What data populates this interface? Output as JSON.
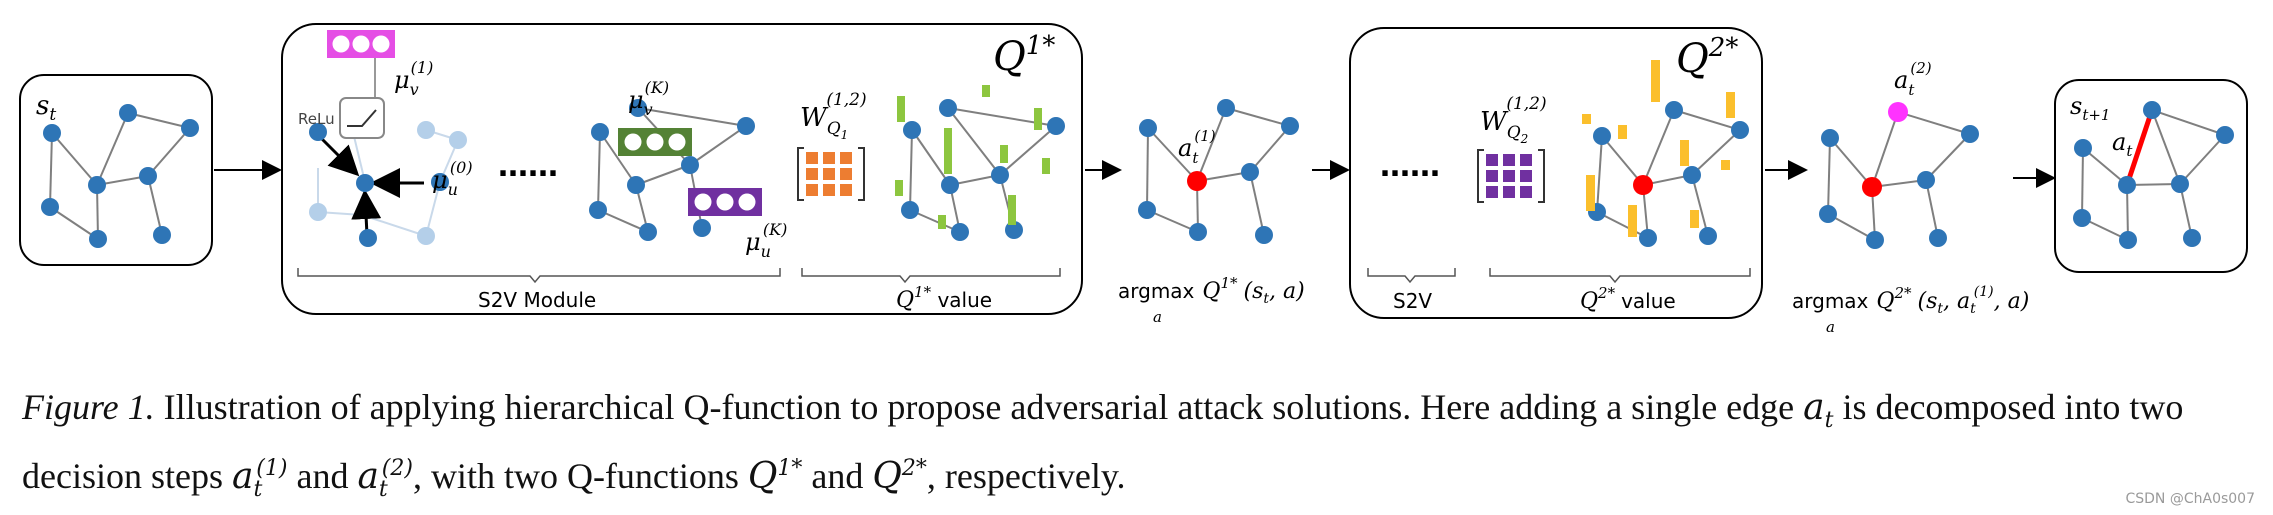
{
  "figure": {
    "state_in": "s",
    "state_in_sub": "t",
    "state_out": "s",
    "state_out_sub": "t+1",
    "relu": "ReLu",
    "mu_v1": "μ",
    "mu_v1_sub": "v",
    "mu_v1_sup": "(1)",
    "mu_u0": "μ",
    "mu_u0_sub": "u",
    "mu_u0_sup": "(0)",
    "mu_vK": "μ",
    "mu_vK_sub": "v",
    "mu_vK_sup": "(K)",
    "mu_uK": "μ",
    "mu_uK_sub": "u",
    "mu_uK_sup": "(K)",
    "ellipsis": "……",
    "q1_title": "Q",
    "q1_sup": "1*",
    "q2_title": "Q",
    "q2_sup": "2*",
    "w1": "W",
    "w1_sub": "Q",
    "w1_subsub": "1",
    "w1_sup": "(1,2)",
    "w2": "W",
    "w2_sub": "Q",
    "w2_subsub": "2",
    "w2_sup": "(1,2)",
    "s2v_module": "S2V Module",
    "q1_value": "Q",
    "q1_value_sup": "1*",
    "q1_value_word": " value",
    "s2v": "S2V",
    "q2_value": "Q",
    "q2_value_sup": "2*",
    "q2_value_word": "value",
    "a1_label": "a",
    "a1_sub": "t",
    "a1_sup": "(1)",
    "a2_label": "a",
    "a2_sub": "t",
    "a2_sup": "(2)",
    "at_label": "a",
    "at_sub": "t",
    "argmax1": "argmax",
    "argmax1_sub": "a",
    "argmax1_expr": "Q",
    "argmax1_expr_sup": "1*",
    "argmax1_args": "(s",
    "argmax1_args_sub": "t",
    "argmax1_args_end": ", a)",
    "argmax2": "argmax",
    "argmax2_sub": "a",
    "argmax2_expr": "Q",
    "argmax2_expr_sup": "2*",
    "argmax2_args": "(s",
    "argmax2_args_sub": "t",
    "argmax2_mid": ", a",
    "argmax2_mid_sub": "t",
    "argmax2_mid_sup": "(1)",
    "argmax2_end": ", a)"
  },
  "caption": {
    "figure_label": "Figure 1.",
    "part1": " Illustration of applying hierarchical Q-function to propose adversarial attack solutions. Here adding a single edge ",
    "at": "a",
    "at_sub": "t",
    "part2": " is decomposed into two decision steps ",
    "a1": "a",
    "a1_sub": "t",
    "a1_sup": "(1)",
    "part3": " and ",
    "a2": "a",
    "a2_sub": "t",
    "a2_sup": "(2)",
    "part4": ", with two Q-functions ",
    "q1": "Q",
    "q1_sup": "1*",
    "part5": " and ",
    "q2": "Q",
    "q2_sup": "2*",
    "part6": ", respectively."
  },
  "watermark": "CSDN @ChA0s007",
  "colors": {
    "node": "#2e75b6",
    "node_light": "#b4cfe9",
    "edge": "#7f7f7f",
    "selected_red": "#ff0000",
    "selected_magenta": "#ff33ff",
    "bar_green": "#8dc63f",
    "bar_yellow": "#fbbf2c",
    "matrix_orange": "#ed7d31",
    "matrix_purple": "#7030a0",
    "embed_magenta": "#e54ee5",
    "embed_green": "#548235",
    "embed_purple": "#7030a0"
  }
}
